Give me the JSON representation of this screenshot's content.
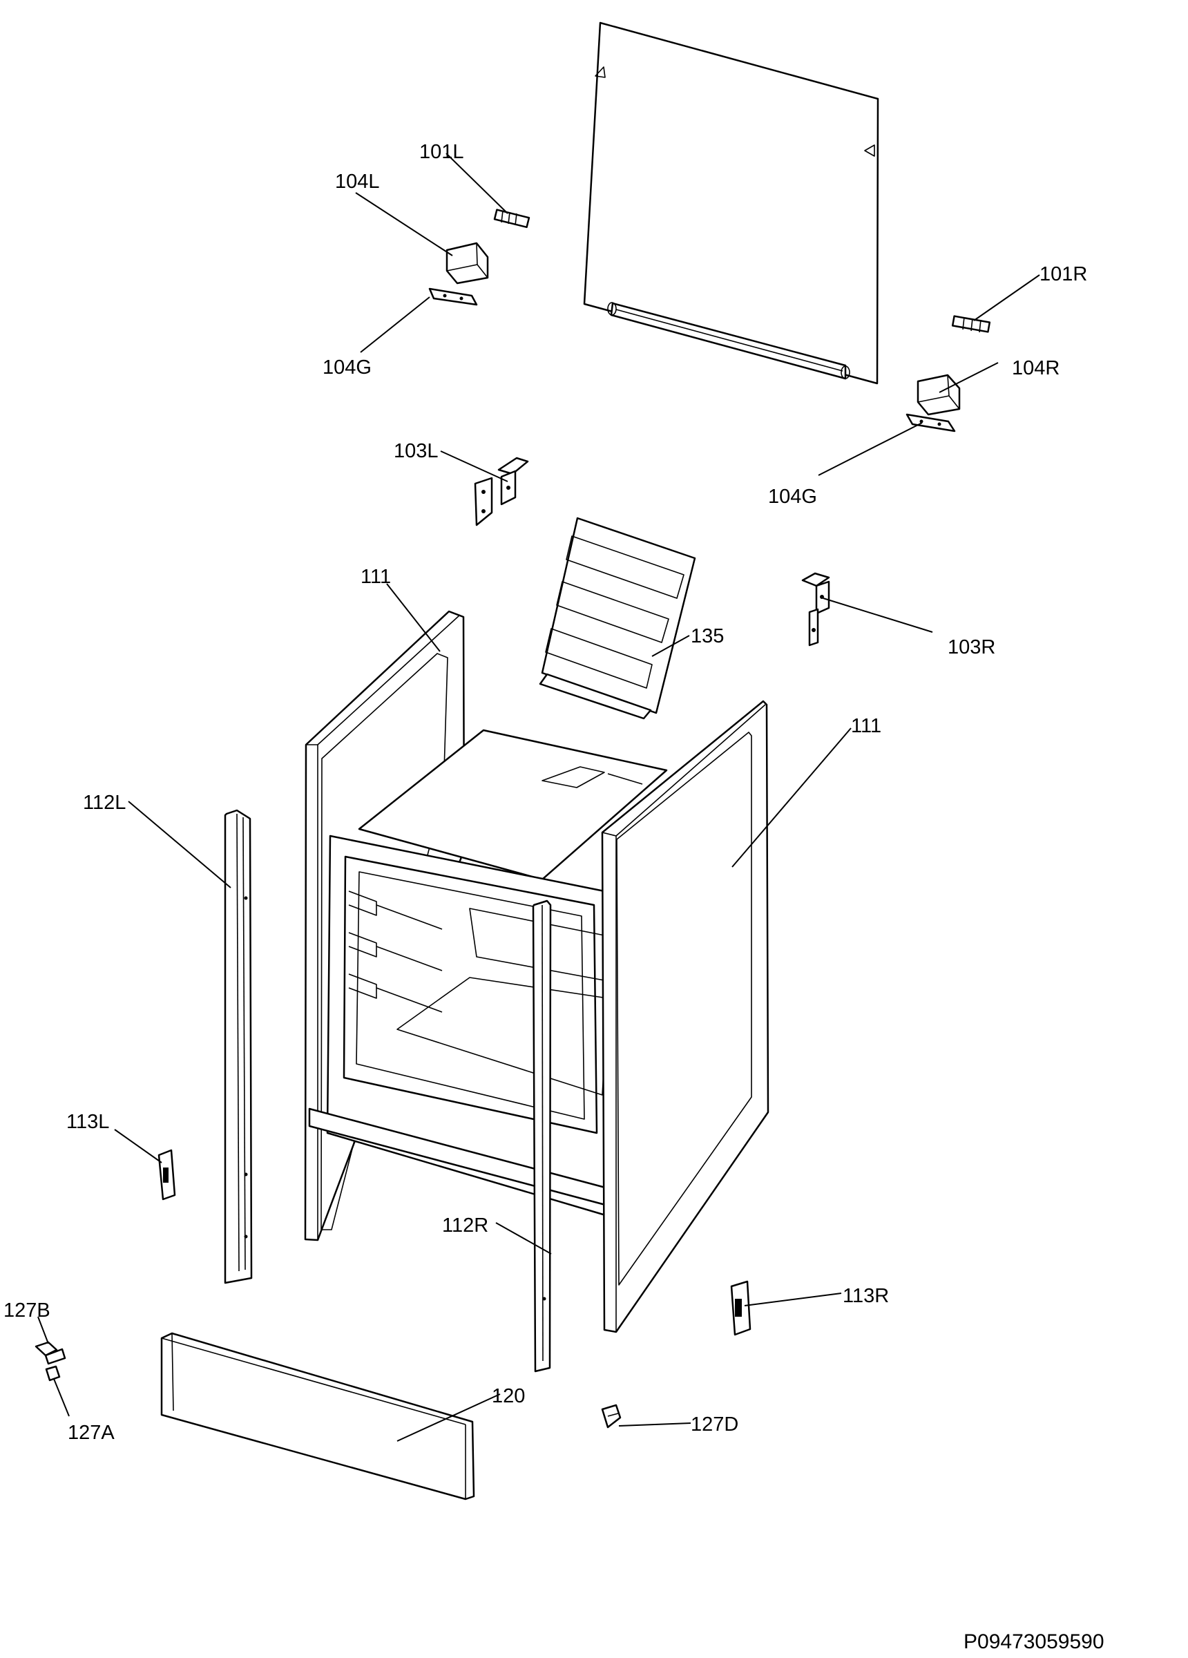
{
  "labels": {
    "p101L": "101L",
    "p104L": "104L",
    "p104G_left": "104G",
    "p101R": "101R",
    "p104R": "104R",
    "p104G_right": "104G",
    "p103L": "103L",
    "p103R": "103R",
    "p111_left": "111",
    "p111_right": "111",
    "p135": "135",
    "p112L": "112L",
    "p112R": "112R",
    "p113L": "113L",
    "p113R": "113R",
    "p127B": "127B",
    "p127A": "127A",
    "p120": "120",
    "p127D": "127D"
  },
  "reference_code": "P09473059590"
}
